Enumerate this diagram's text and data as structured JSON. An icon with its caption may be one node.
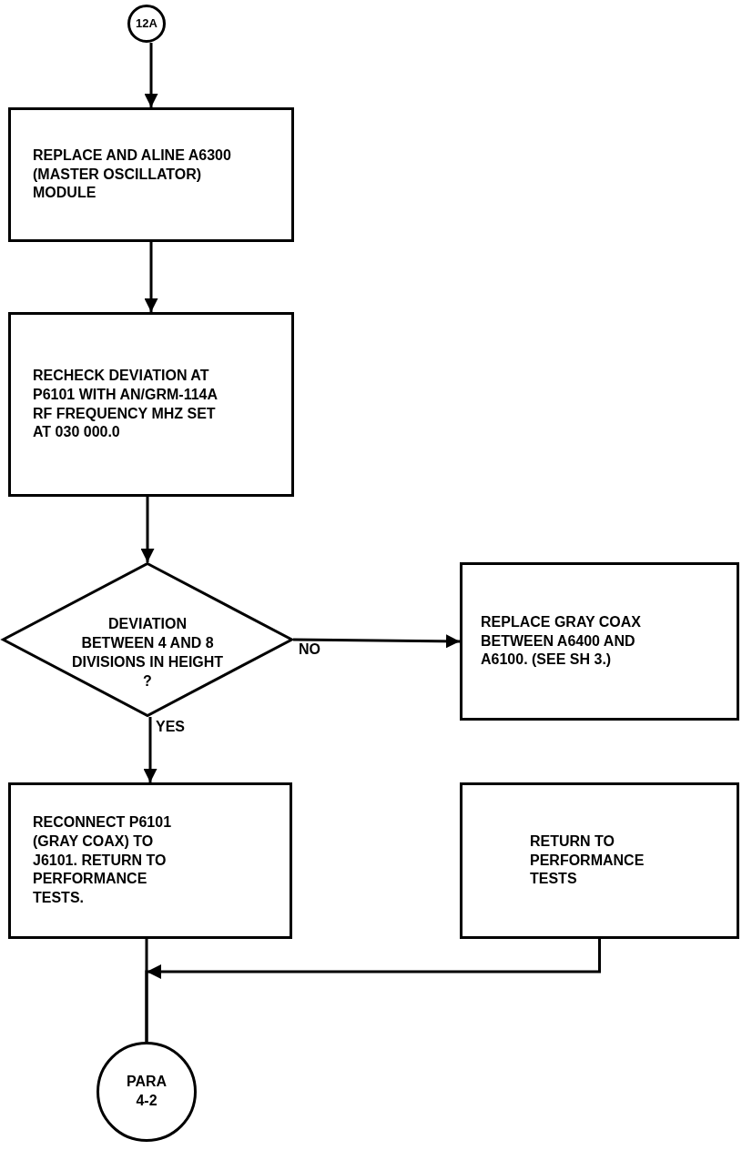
{
  "diagram": {
    "nodes": [
      {
        "text": [
          "12A"
        ]
      },
      {
        "text": [
          "REPLACE AND ALINE A6300 (MASTER OSCILLATOR) MODULE"
        ]
      },
      {
        "text": [
          "RECHECK DEVIATION AT P6101 WITH AN/GRM-114A RF FREQUENCY MHZ SET AT 030 000.0"
        ]
      },
      {
        "text": [
          "DEVIATION BETWEEN 4 AND 8 DIVISIONS IN HEIGHT ?"
        ]
      },
      {
        "text": [
          "REPLACE GRAY COAX BETWEEN A6400 AND A6100. (SEE SH 3.)"
        ]
      },
      {
        "text": [
          "RECONNECT P6101 (GRAY COAX) TO J6101. RETURN TO PERFORMANCE TESTS."
        ]
      },
      {
        "text": [
          "RETURN TO PERFORMANCE TESTS"
        ]
      },
      {
        "text": [
          "PARA 4-2"
        ]
      }
    ],
    "edges": [
      {
        "from": 0,
        "to": 1,
        "arrow": "to"
      },
      {
        "from": 1,
        "to": 2,
        "arrow": "to"
      },
      {
        "from": 2,
        "to": 3,
        "arrow": "to"
      },
      {
        "from": 3,
        "to": 4,
        "arrow": "to",
        "label": "NO"
      },
      {
        "from": 3,
        "to": 5,
        "arrow": "to",
        "label": "YES"
      },
      {
        "from": 5,
        "to": 7,
        "arrow": "none"
      },
      {
        "from": 6,
        "to": 7,
        "arrow": "to"
      }
    ]
  }
}
